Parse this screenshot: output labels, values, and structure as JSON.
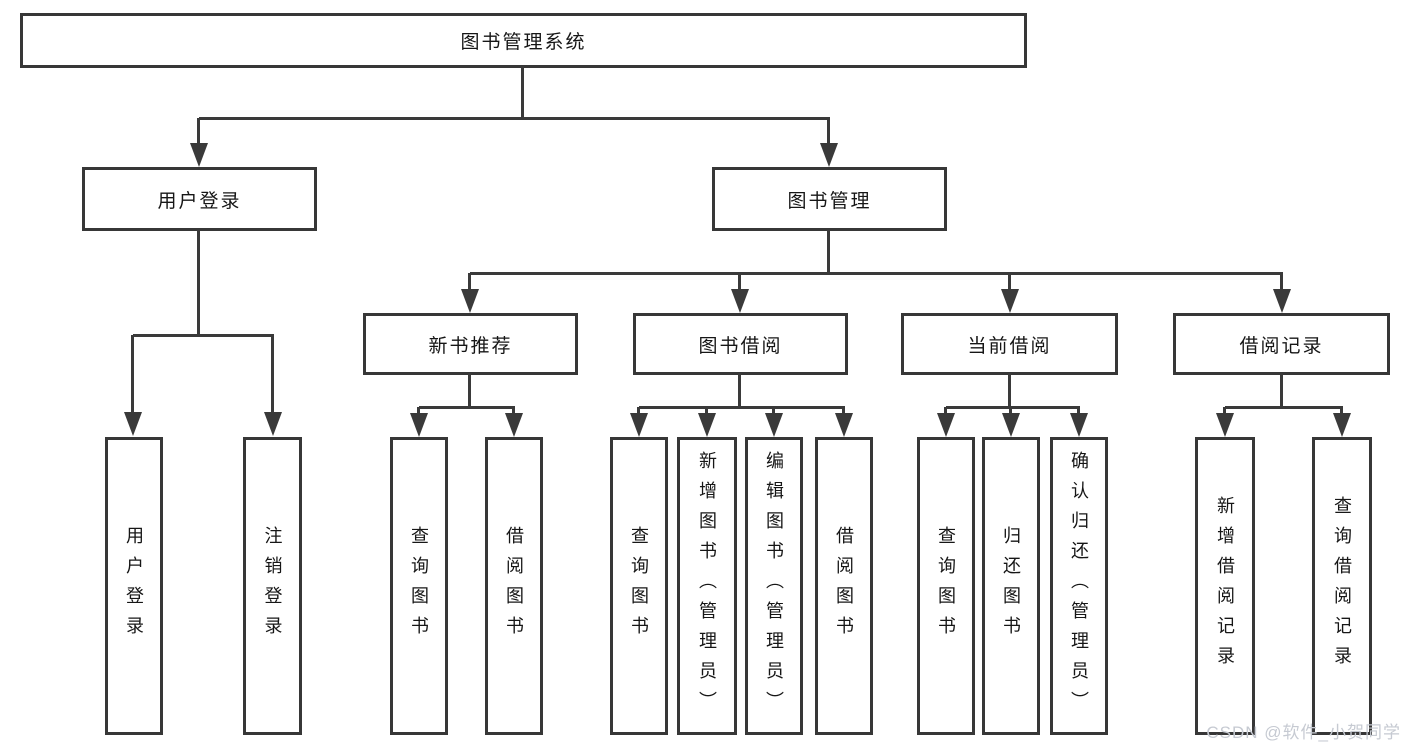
{
  "diagram": {
    "title": "图书管理系统",
    "tree": {
      "root": {
        "label": "图书管理系统"
      },
      "children": [
        {
          "id": "user_login",
          "label": "用户登录",
          "children": [
            {
              "label": "用户登录"
            },
            {
              "label": "注销登录"
            }
          ]
        },
        {
          "id": "book_mgmt",
          "label": "图书管理",
          "children": [
            {
              "id": "new_book",
              "label": "新书推荐",
              "children": [
                {
                  "label": "查询图书"
                },
                {
                  "label": "借阅图书"
                }
              ]
            },
            {
              "id": "book_borrow",
              "label": "图书借阅",
              "children": [
                {
                  "label": "查询图书"
                },
                {
                  "label": "新增图书（管理员）"
                },
                {
                  "label": "编辑图书（管理员）"
                },
                {
                  "label": "借阅图书"
                }
              ]
            },
            {
              "id": "current_borrow",
              "label": "当前借阅",
              "children": [
                {
                  "label": "查询图书"
                },
                {
                  "label": "归还图书"
                },
                {
                  "label": "确认归还（管理员）"
                }
              ]
            },
            {
              "id": "borrow_records",
              "label": "借阅记录",
              "children": [
                {
                  "label": "新增借阅记录"
                },
                {
                  "label": "查询借阅记录"
                }
              ]
            }
          ]
        }
      ]
    },
    "watermark": "CSDN @软件_小贺同学",
    "colors": {
      "line": "#3a3a3a",
      "border": "#373737",
      "text": "#161616",
      "watermark": "#c6cad2",
      "background": "#ffffff"
    }
  }
}
